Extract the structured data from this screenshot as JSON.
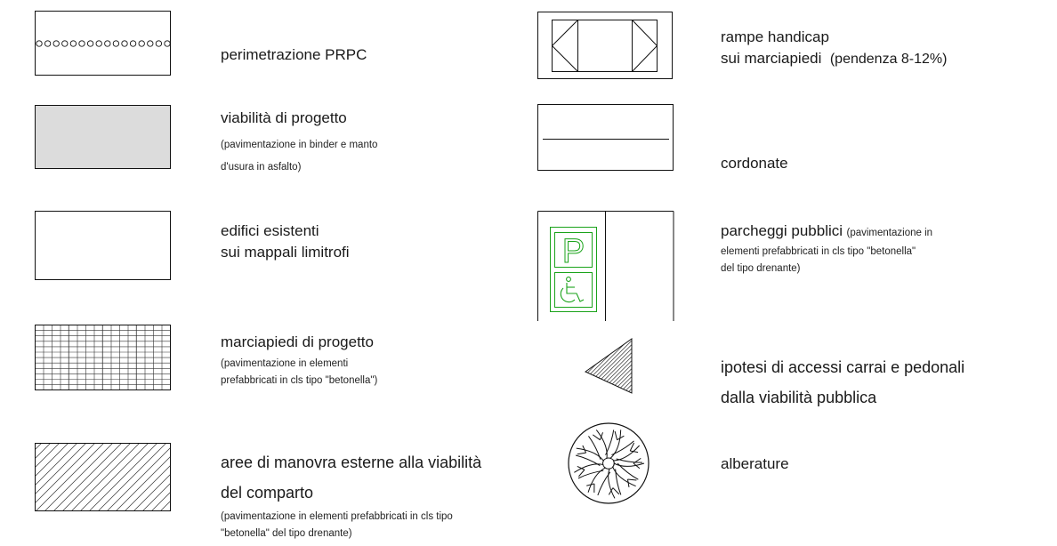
{
  "legend_left": [
    {
      "symbol": "dotted-border-box",
      "title_lines": [
        "perimetrazione PRPC"
      ],
      "note_lines": []
    },
    {
      "symbol": "gray-fill-box",
      "fill_color": "#dcdcdc",
      "title_lines": [
        "viabilità di progetto"
      ],
      "note_lines": [
        "(pavimentazione in binder e manto",
        "d'usura in asfalto)"
      ]
    },
    {
      "symbol": "empty-box",
      "title_lines": [
        "edifici esistenti",
        " sui  mappali limitrofi"
      ],
      "note_lines": []
    },
    {
      "symbol": "grid-box",
      "title_lines": [
        "marciapiedi di progetto"
      ],
      "note_lines": [
        "(pavimentazione in elementi",
        "prefabbricati in cls tipo \"betonella\")"
      ]
    },
    {
      "symbol": "hatched-box",
      "title_lines": [
        "aree di manovra esterne alla viabilità",
        "del comparto"
      ],
      "note_lines": [
        "(pavimentazione in elementi prefabbricati in cls tipo",
        "\"betonella\" del tipo drenante)"
      ]
    }
  ],
  "legend_right": [
    {
      "symbol": "ramp-box",
      "title_lines": [
        "rampe handicap",
        "sui marciapiedi"
      ],
      "title_suffix": "(pendenza 8-12%)"
    },
    {
      "symbol": "curb-box",
      "title_lines": [
        "cordonate"
      ]
    },
    {
      "symbol": "parking-box",
      "parking_letter": "P",
      "accent_color": "#1aa31a",
      "title_lines": [
        "parcheggi pubblici"
      ],
      "title_note": "(pavimentazione in",
      "note_lines": [
        "elementi prefabbricati in cls tipo \"betonella\"",
        "del tipo drenante)"
      ]
    },
    {
      "symbol": "hatched-triangle",
      "title_lines": [
        "ipotesi di accessi carrai e pedonali",
        "dalla viabilità pubblica"
      ]
    },
    {
      "symbol": "tree-circle",
      "title_lines": [
        "alberature"
      ]
    }
  ]
}
